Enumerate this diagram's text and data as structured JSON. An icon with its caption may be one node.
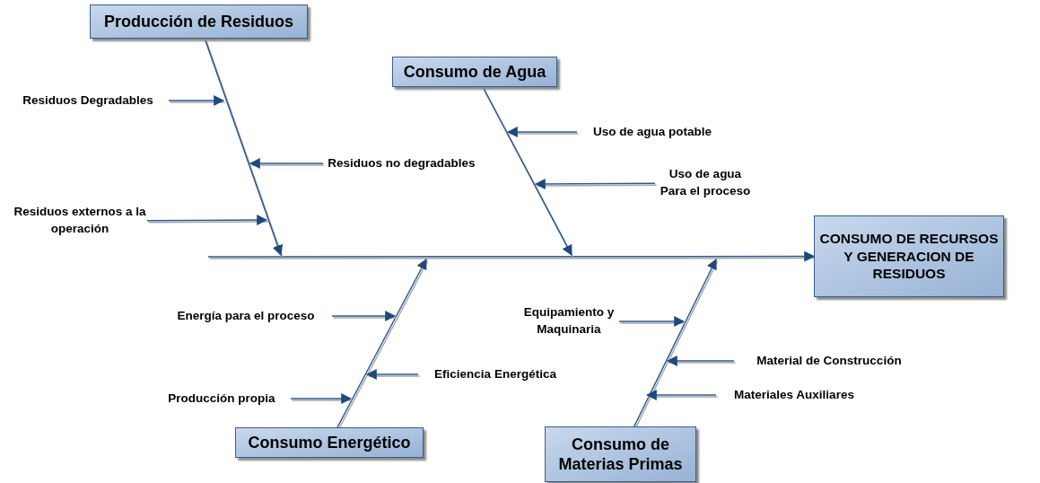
{
  "diagram": {
    "nodes": [
      {
        "text": [
          "Producción de Residuos"
        ]
      },
      {
        "text": [
          "Residuos Degradables"
        ]
      },
      {
        "text": [
          "Residuos no degradables"
        ]
      },
      {
        "text": [
          "Residuos externos a la operación"
        ]
      },
      {
        "text": [
          "Consumo de Agua"
        ]
      },
      {
        "text": [
          "Uso de agua potable"
        ]
      },
      {
        "text": [
          "Uso de agua Para el proceso"
        ]
      },
      {
        "text": [
          "CONSUMO DE RECURSOS Y GENERACION DE RESIDUOS"
        ]
      },
      {
        "text": [
          "Energía para el proceso"
        ]
      },
      {
        "text": [
          "Equipamiento y Maquinaria"
        ]
      },
      {
        "text": [
          "Eficiencia Energética"
        ]
      },
      {
        "text": [
          "Material de Construcción"
        ]
      },
      {
        "text": [
          "Producción propia"
        ]
      },
      {
        "text": [
          "Materiales Auxiliares"
        ]
      },
      {
        "text": [
          "Consumo Energético"
        ]
      },
      {
        "text": [
          "Consumo de Materias Primas"
        ]
      }
    ],
    "edges": [
      {
        "from": null,
        "to": 7,
        "arrow": "to"
      },
      {
        "from": 0,
        "to": null,
        "arrow": "to"
      },
      {
        "from": 4,
        "to": null,
        "arrow": "to"
      },
      {
        "from": 14,
        "to": null,
        "arrow": "to"
      },
      {
        "from": 15,
        "to": null,
        "arrow": "to"
      },
      {
        "from": 1,
        "to": null,
        "arrow": "to"
      },
      {
        "from": 2,
        "to": null,
        "arrow": "to"
      },
      {
        "from": 3,
        "to": null,
        "arrow": "to"
      },
      {
        "from": 5,
        "to": null,
        "arrow": "to"
      },
      {
        "from": 6,
        "to": null,
        "arrow": "to"
      },
      {
        "from": 8,
        "to": null,
        "arrow": "to"
      },
      {
        "from": 10,
        "to": null,
        "arrow": "to"
      },
      {
        "from": 12,
        "to": null,
        "arrow": "to"
      },
      {
        "from": 9,
        "to": null,
        "arrow": "to"
      },
      {
        "from": 11,
        "to": null,
        "arrow": "to"
      },
      {
        "from": 13,
        "to": null,
        "arrow": "to"
      }
    ]
  }
}
